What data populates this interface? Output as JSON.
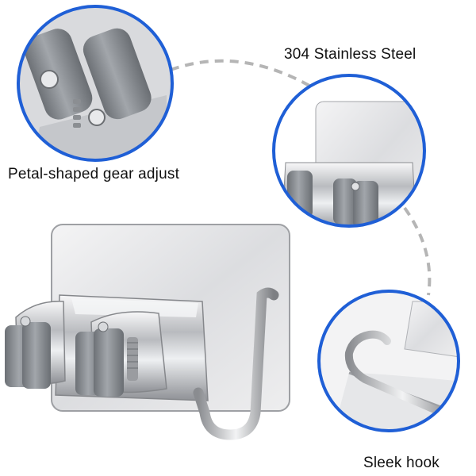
{
  "callouts": {
    "steel_label": "304 Stainless Steel",
    "gear_label": "Petal-shaped gear adjust",
    "hook_label": "Sleek hook"
  },
  "colors": {
    "ring_blue": "#1f5fd6",
    "dash_gray": "#b5b5b5",
    "steel_light": "#e9eaec",
    "steel_dark": "#8e9095",
    "roller_gray": "#7b7f85"
  }
}
